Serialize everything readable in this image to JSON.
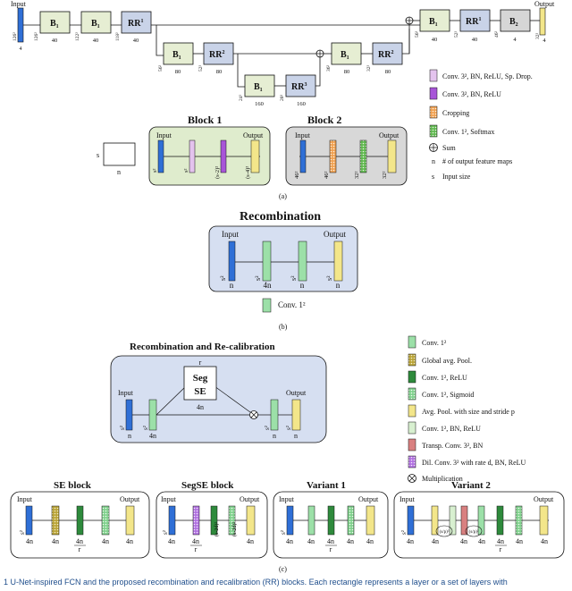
{
  "colors": {
    "input": "#2f6fd6",
    "dropout": "#e4c3ee",
    "conv_bn_relu_purple": "#a855d8",
    "cropping": "#f0a050",
    "softmax": "#5fb84f",
    "block_fill": "#e6eed3",
    "rr_fill": "#c9d3e8",
    "bg_green": "#dfeccd",
    "bg_gray": "#d8d8d8",
    "bg_blue": "#d6dff1",
    "conv1": "#9ce0a8",
    "gavg": "#b8a236",
    "conv1_relu": "#2e8a3c",
    "conv1_sigmoid": "#7fd08c",
    "avgpool": "#f3e68a",
    "conv1_bn_relu": "#d8f0d0",
    "transp": "#d98080",
    "dil": "#b070e0"
  },
  "panel_a": {
    "top_input_label": "Input",
    "top_output_label": "Output",
    "unet": {
      "block_b1": "B",
      "block_b1_sub": "1",
      "block_b2": "B",
      "block_b2_sub": "2",
      "rr": "RR",
      "rr_sup1": "1",
      "rr_sup2": "2",
      "rr_sup3": "3",
      "n_4": "4",
      "n_40": "40",
      "n_80": "80",
      "n_160": "160",
      "s_126": "126²",
      "s_124": "124²",
      "s_122": "122²",
      "s_118": "118²",
      "s_56": "56²",
      "s_52": "52²",
      "s_46": "46²",
      "s_32": "32²",
      "s_36": "36²",
      "s_24": "24²",
      "s_20": "20²"
    },
    "legend": [
      {
        "label": "Conv. 3², BN, ReLU, Sp. Drop.",
        "color": "#e4c3ee",
        "pattern": "solid"
      },
      {
        "label": "Conv. 3², BN, ReLU",
        "color": "#a855d8",
        "pattern": "solid"
      },
      {
        "label": "Cropping",
        "color": "#f0a050",
        "pattern": "dots"
      },
      {
        "label": "Conv. 1², Softmax",
        "color": "#5fb84f",
        "pattern": "dots"
      },
      {
        "label": "Sum",
        "icon": "plus-circle-icon"
      },
      {
        "label": "# of output feature maps",
        "key": "n"
      },
      {
        "label": "Input size",
        "key": "s"
      }
    ],
    "block1": {
      "title": "Block 1",
      "input": "Input",
      "output": "Output",
      "dims": [
        "s²",
        "s²",
        "(s-2)²",
        "(s-4)²"
      ]
    },
    "block2": {
      "title": "Block 2",
      "input": "Input",
      "output": "Output",
      "dims": [
        "46²",
        "46²",
        "32²",
        "32²"
      ]
    },
    "size_key": {
      "s": "s",
      "n": "n"
    },
    "caption": "(a)"
  },
  "panel_b": {
    "title": "Recombination",
    "input": "Input",
    "output": "Output",
    "s2": "s²",
    "n": "n",
    "n4": "4n",
    "legend_label": "Conv. 1²",
    "caption": "(b)"
  },
  "panel_c": {
    "title": "Recombination and Re-calibration",
    "input": "Input",
    "output": "Output",
    "seg": "Seg",
    "se": "SE",
    "r": "r",
    "n4": "4n",
    "n": "n",
    "s2": "s²",
    "legend": [
      {
        "label": "Conv. 1²",
        "color": "#9ce0a8",
        "pattern": "solid"
      },
      {
        "label": "Global avg. Pool.",
        "color": "#b8a236",
        "pattern": "dots"
      },
      {
        "label": "Conv. 1², ReLU",
        "color": "#2e8a3c",
        "pattern": "solid"
      },
      {
        "label": "Conv. 1², Sigmoid",
        "color": "#7fd08c",
        "pattern": "dots"
      },
      {
        "label": "Avg. Pool. with size and stride p",
        "color": "#f3e68a",
        "pattern": "solid"
      },
      {
        "label": "Conv. 1², BN, ReLU",
        "color": "#d8f0d0",
        "pattern": "solid"
      },
      {
        "label": "Transp. Conv. 3², BN",
        "color": "#d98080",
        "pattern": "solid"
      },
      {
        "label": "Dil. Conv. 3² with rate d, BN, ReLU",
        "color": "#b070e0",
        "pattern": "dots"
      },
      {
        "label": "Multiplication",
        "icon": "times-circle-icon"
      }
    ],
    "se_block": {
      "title": "SE block",
      "input": "Input",
      "output": "Output"
    },
    "segse_block": {
      "title": "SegSE block",
      "input": "Input",
      "output": "Output",
      "d1": "(s-2d)²",
      "d2": "(s-2d)²"
    },
    "variant1": {
      "title": "Variant 1",
      "input": "Input",
      "output": "Output"
    },
    "variant2": {
      "title": "Variant 2",
      "input": "Input",
      "output": "Output",
      "p": "p",
      "sp": "(s/p)²"
    },
    "frac_top": "4n",
    "frac_bot": "r",
    "caption": "(c)"
  },
  "figure_caption": "1   U-Net-inspired FCN and the proposed recombination and recalibration (RR) blocks. Each rectangle represents a layer or a set of layers with"
}
